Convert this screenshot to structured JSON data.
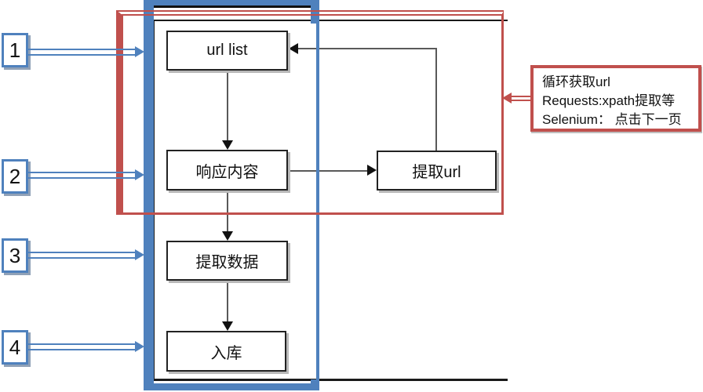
{
  "diagram": {
    "type": "flowchart",
    "description_visible_only": "web-scraping flow with numbered stages and a loop annotation",
    "steps": [
      {
        "label": "1"
      },
      {
        "label": "2"
      },
      {
        "label": "3"
      },
      {
        "label": "4"
      }
    ],
    "nodes": {
      "url_list": "url list",
      "response": "响应内容",
      "extract_url": "提取url",
      "extract_data": "提取数据",
      "store": "入库"
    },
    "edges": [
      "url list -> 响应内容",
      "响应内容 -> 提取url",
      "提取url -> url list (loop back)",
      "响应内容 -> 提取数据",
      "提取数据 -> 入库"
    ],
    "annotation": {
      "lines": [
        "循环获取url",
        "Requests:xpath提取等",
        "Selenium： 点击下一页"
      ]
    },
    "colors": {
      "bracket_blue": "#4f81bd",
      "loop_red": "#c0504d",
      "node_border": "#222222",
      "arrow_line": "#595959",
      "arrow_head": "#111111"
    }
  }
}
